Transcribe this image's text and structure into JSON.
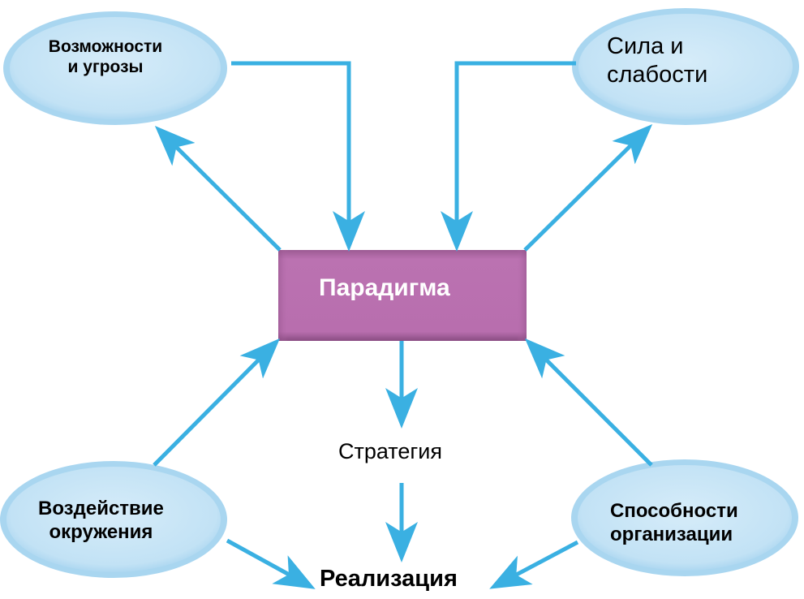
{
  "nodes": {
    "opportunities": {
      "line1": "Возможности",
      "line2": "и угрозы"
    },
    "strengths": {
      "line1": "Сила и",
      "line2": "слабости"
    },
    "paradigm": {
      "label": "Парадигма"
    },
    "strategy": {
      "label": "Стратегия"
    },
    "environment": {
      "line1": "Воздействие",
      "line2": "окружения"
    },
    "capabilities": {
      "line1": "Способности",
      "line2": "организации"
    },
    "implementation": {
      "label": "Реализация"
    }
  },
  "colors": {
    "arrow": "#3ab0e2",
    "ellipse_fill": "#c6e4f6",
    "ellipse_stroke": "#a6d4ef",
    "paradigm_fill": "#b86eae",
    "paradigm_edge": "#8e4f86"
  }
}
